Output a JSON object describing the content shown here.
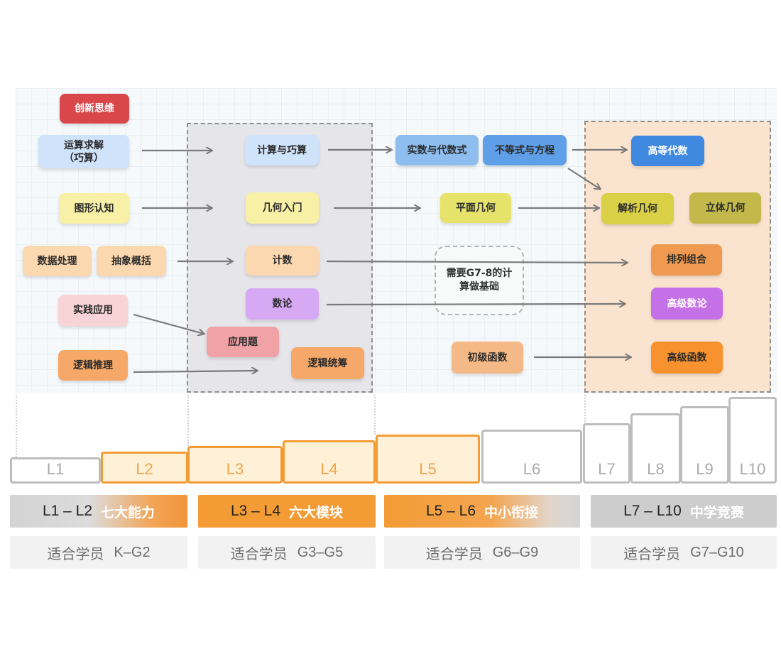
{
  "nodes": {
    "chuangxin": "创新思维",
    "yunsuan": "运算求解\n（巧算）",
    "tuxing": "图形认知",
    "shuju": "数据处理",
    "chouxiang": "抽象概括",
    "shijian": "实践应用",
    "luoji_tuili": "逻辑推理",
    "jisuan": "计算与巧算",
    "jihe_rumen": "几何入门",
    "jishu": "计数",
    "shulun": "数论",
    "yingyongti": "应用题",
    "luoji_tongchou": "逻辑统筹",
    "shishu": "实数与代数式",
    "budengshi": "不等式与方程",
    "pingmian": "平面几何",
    "chuji_hanshu": "初级函数",
    "gaodeng": "高等代数",
    "jiexi": "解析几何",
    "liti": "立体几何",
    "pailie": "排列组合",
    "gaoji_shulun": "高级数论",
    "gaoji_hanshu": "高级函数"
  },
  "note": "需要G7-8的计算做基础",
  "levels": [
    "L1",
    "L2",
    "L3",
    "L4",
    "L5",
    "L6",
    "L7",
    "L8",
    "L9",
    "L10"
  ],
  "bands": [
    {
      "range": "L1 – L2",
      "name": "七大能力",
      "audience_label": "适合学员",
      "audience_grades": "K–G2"
    },
    {
      "range": "L3 – L4",
      "name": "六大模块",
      "audience_label": "适合学员",
      "audience_grades": "G3–G5"
    },
    {
      "range": "L5 – L6",
      "name": "中小衔接",
      "audience_label": "适合学员",
      "audience_grades": "G6–G9"
    },
    {
      "range": "L7 – L10",
      "name": "中学竞赛",
      "audience_label": "适合学员",
      "audience_grades": "G7–G10"
    }
  ],
  "colors": {
    "red": "#d9474b",
    "blue_light": "#cfe3fa",
    "yellow": "#f7f0a6",
    "peach": "#fbd8b0",
    "pink": "#f9d4d6",
    "orange_mid": "#f5a868",
    "purple": "#d7a9f4",
    "rose": "#f0a2a6",
    "blue_mid": "#8ebdef",
    "blue_strong": "#3f8ae0",
    "olive": "#d9d046",
    "olive_dark": "#c2b94a",
    "orange_dark": "#ef9a50",
    "violet": "#c470e6",
    "orange": "#f7922e",
    "level_orange": "#f39c35"
  }
}
